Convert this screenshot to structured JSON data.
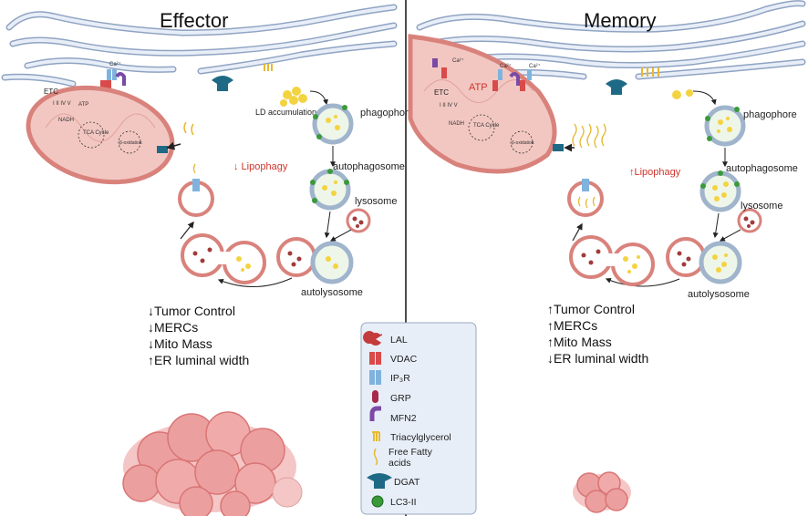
{
  "effector": {
    "title": "Effector",
    "labels": {
      "etc": "ETC",
      "ca": "Ca²⁺",
      "atp": "ATP",
      "nadh": "NADH",
      "tca": "TCA Cycle",
      "boxidation": "β-oxidation",
      "ld_accumulation": "LD accumulation",
      "phagophore": "phagophore",
      "autophagosome": "autophagosome",
      "lysosome": "lysosome",
      "autolysosome": "autolysosome",
      "lipophagy": "↓ Lipophagy"
    },
    "outcomes": [
      "↓Tumor Control",
      "↓MERCs",
      "↓Mito Mass",
      "↑ER luminal width"
    ]
  },
  "memory": {
    "title": "Memory",
    "labels": {
      "etc": "ETC",
      "ca": "Ca²⁺",
      "atp": "ATP",
      "nadh": "NADH",
      "tca": "TCA Cycle",
      "boxidation": "β-oxidation",
      "phagophore": "phagophore",
      "autophagosome": "autophagosome",
      "lysosome": "lysosome",
      "autolysosome": "autolysosome",
      "lipophagy": "↑Lipophagy"
    },
    "outcomes": [
      "↑Tumor Control",
      "↑MERCs",
      "↑Mito Mass",
      "↓ER luminal width"
    ]
  },
  "legend": [
    {
      "label": "LAL",
      "icon": "lal-icon"
    },
    {
      "label": "VDAC",
      "icon": "vdac-icon"
    },
    {
      "label": "IP₃R",
      "icon": "ip3r-icon"
    },
    {
      "label": "GRP",
      "icon": "grp-icon"
    },
    {
      "label": "MFN2",
      "icon": "mfn2-icon"
    },
    {
      "label": "Triacylglycerol",
      "icon": "triacylglycerol-icon"
    },
    {
      "label": "Free Fatty acids",
      "icon": "free-fatty-acids-icon"
    },
    {
      "label": "DGAT",
      "icon": "dgat-icon"
    },
    {
      "label": "LC3-II",
      "icon": "lc3-ii-icon"
    }
  ],
  "colors": {
    "mito_fill": "#f2c7c2",
    "mito_stroke": "#d9827c",
    "er": "#8fa3c2",
    "lysosome": "#d9827c",
    "lipid": "#f4d341",
    "lc3": "#3a9a3a",
    "dgat": "#1e6a86",
    "legend_bg": "#e8eef8",
    "tumor": "#e99a9a",
    "red_text": "#d0342c"
  }
}
